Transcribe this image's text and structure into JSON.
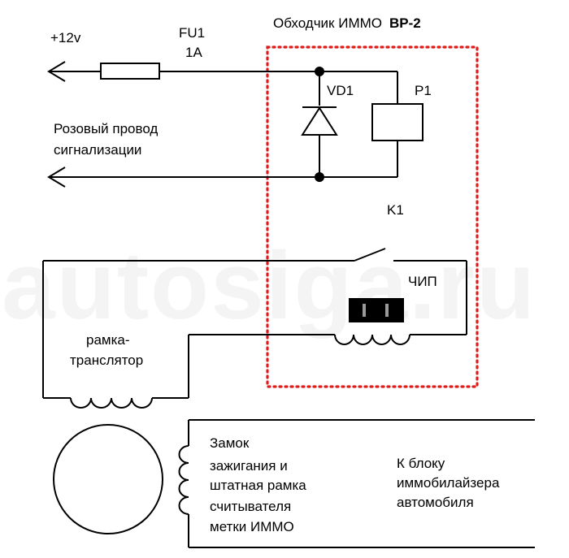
{
  "watermark": "autosiga.ru",
  "title": {
    "prefix": "Обходчик ИММО",
    "model": "BP-2"
  },
  "power": {
    "label": "+12v"
  },
  "fuse": {
    "name": "FU1",
    "rating": "1A"
  },
  "diode": {
    "name": "VD1"
  },
  "relay": {
    "coil_name": "P1",
    "contact_name": "K1"
  },
  "alarm_wire": {
    "line1": "Розовый провод",
    "line2": "сигнализации"
  },
  "chip": {
    "label": "ЧИП"
  },
  "repeater": {
    "line1": "рамка-",
    "line2": "транслятор"
  },
  "ignition": {
    "line1": "Замок",
    "line2": "зажигания и",
    "line3": "штатная рамка",
    "line4": "считывателя",
    "line5": "метки ИММО"
  },
  "immo": {
    "line1": "К блоку",
    "line2": "иммобилайзера",
    "line3": "автомобиля"
  }
}
